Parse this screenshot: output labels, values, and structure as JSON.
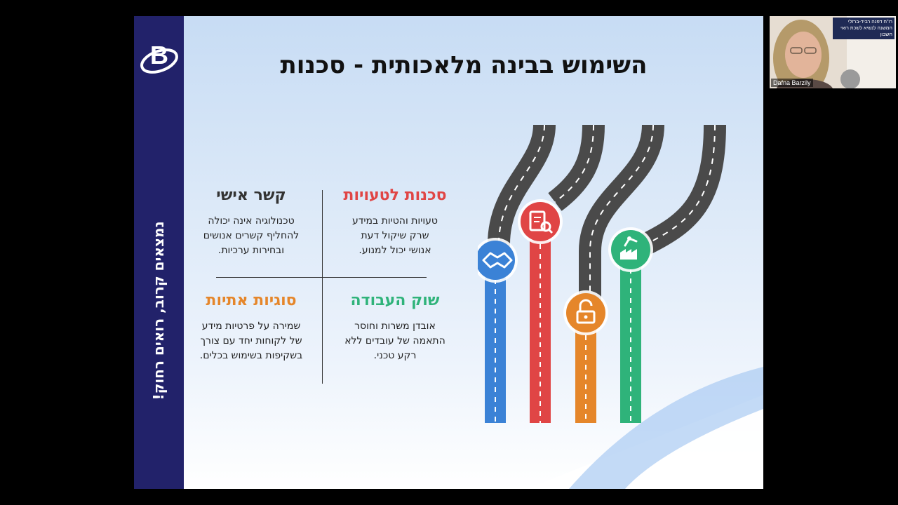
{
  "slide": {
    "title": "השימוש בבינה מלאכותית - סכנות",
    "logo_letter": "B",
    "tagline": "נמצאים קרוב, רואים רחוק!",
    "quadrants": {
      "top_right": {
        "heading": "סכנות לטעויות",
        "lines": [
          "טעויות והטיות במידע",
          "שרק שיקול דעת",
          "אנושי יכול למנוע."
        ]
      },
      "top_left": {
        "heading": "קשר אישי",
        "lines": [
          "טכנולוגיה אינה יכולה",
          "להחליף קשרים אנושים",
          "ובחירות ערכיות."
        ]
      },
      "bottom_right": {
        "heading": "שוק העבודה",
        "lines": [
          "אובדן משרות וחוסר",
          "התאמה של עובדים ללא",
          "רקע טכני."
        ]
      },
      "bottom_left": {
        "heading": "סוגיות אתיות",
        "lines": [
          "שמירה על פרטיות מידע",
          "של לקוחות יחד עם צורך",
          "בשקיפות בשימוש בכלים."
        ]
      }
    },
    "road_icons": [
      {
        "icon": "handshake-icon",
        "color": "#3b82d6"
      },
      {
        "icon": "clipboard-search-icon",
        "color": "#e04545"
      },
      {
        "icon": "unlock-icon",
        "color": "#e5862a"
      },
      {
        "icon": "robot-arm-factory-icon",
        "color": "#2fb37a"
      }
    ]
  },
  "webcam": {
    "participant_name": "Dafna Barzily",
    "banner_line1": "רו\"ח דפנה רביד-ברזלי",
    "banner_line2": "המשנה לנשיא לשכת רואי חשבון"
  }
}
